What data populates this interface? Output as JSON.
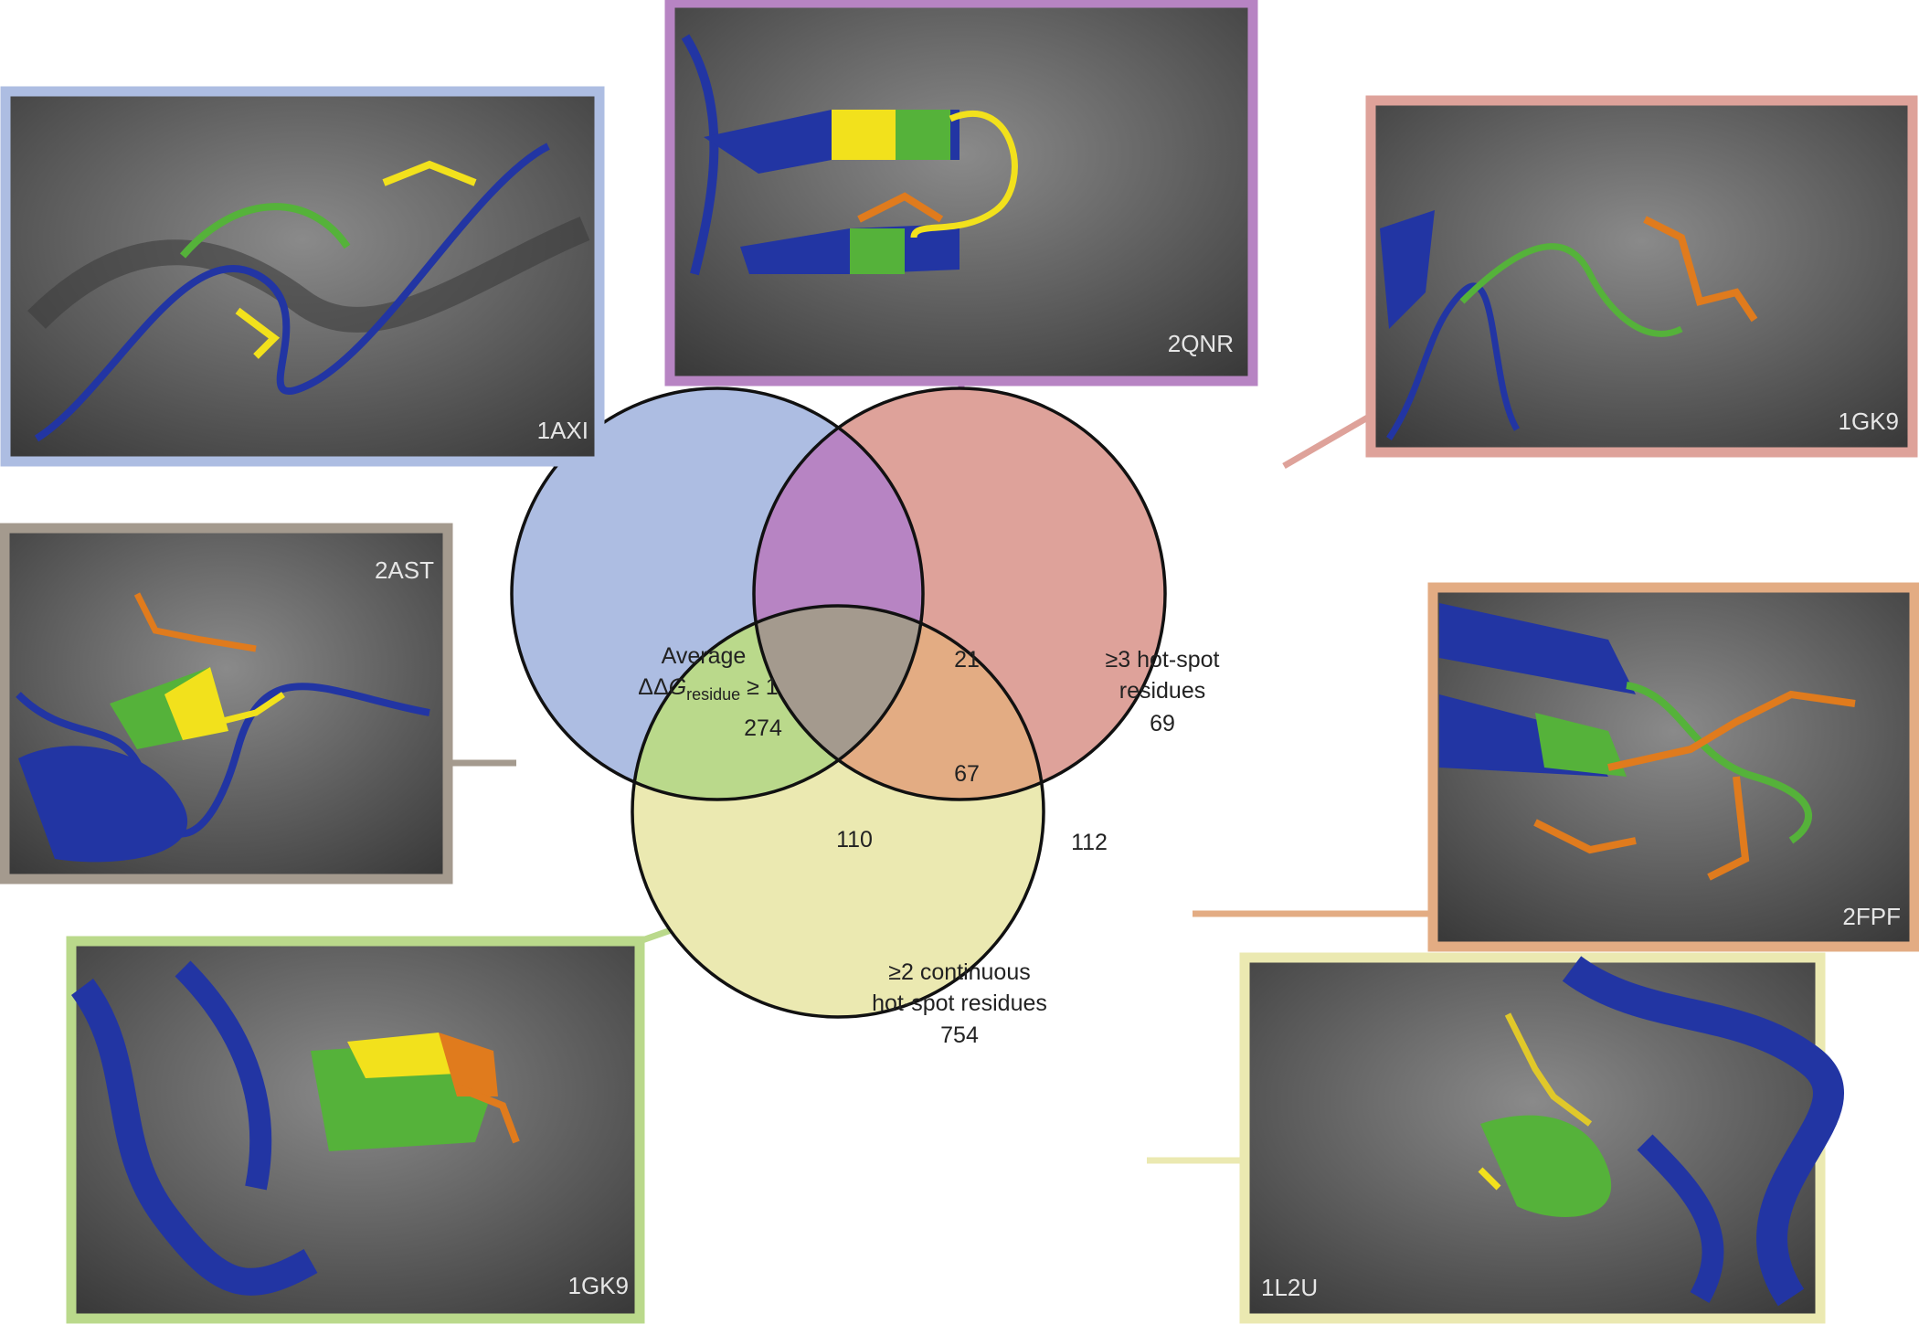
{
  "colors": {
    "blue": "#adbde2",
    "red": "#dea29a",
    "yellow": "#ebe9b1",
    "purple": "#b784c3",
    "green": "#bad98b",
    "orange": "#e3ac83",
    "gray": "#a49a8e",
    "surface": "#585858",
    "backbone": "#2235a3"
  },
  "venn": {
    "set_average": {
      "line1": "Average",
      "line2_prefix": "ΔΔ",
      "line2_italic": "G",
      "line2_sub": "residue",
      "line2_suffix": " ≥ 1",
      "count": "274"
    },
    "set_hotspot3": {
      "line1": "≥3 hot-spot",
      "line2": "residues",
      "count": "69"
    },
    "set_continuous2": {
      "line1": "≥2 continuous",
      "line2": "hot-spot residues",
      "count": "754"
    },
    "overlap_avg_hot3": "21",
    "overlap_avg_cont": "110",
    "overlap_hot3_cont": "112",
    "overlap_all": "67"
  },
  "panels": {
    "avg_only": "1AXI",
    "avg_hot3": "2QNR",
    "hot3_only": "1GK9",
    "all_three": "2AST",
    "hot3_cont": "2FPF",
    "avg_cont": "1GK9",
    "cont_only": "1L2U"
  }
}
